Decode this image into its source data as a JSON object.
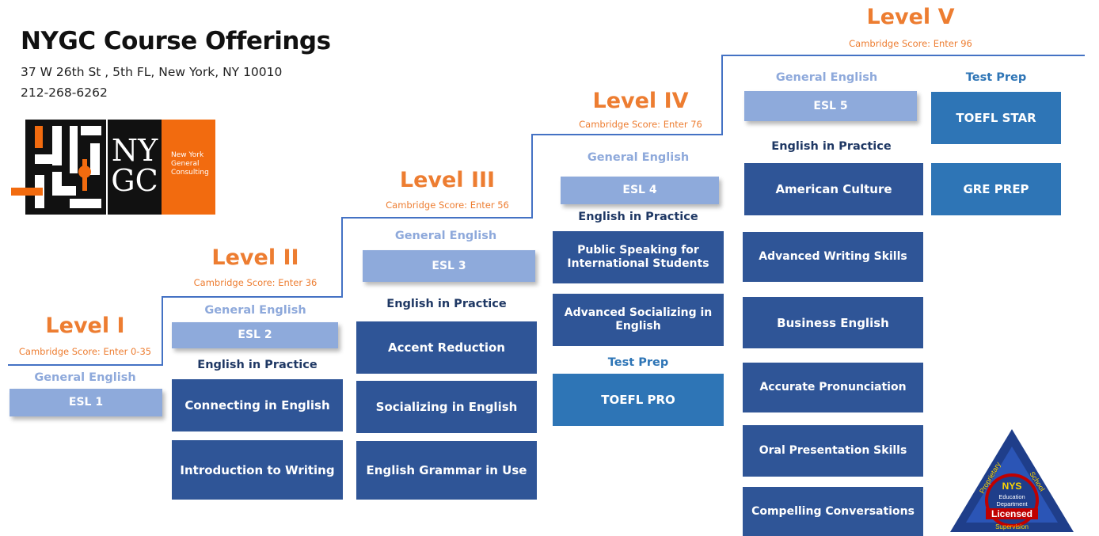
{
  "header": {
    "title": "NYGC Course Offerings",
    "address": "37 W 26th St , 5th FL, New York, NY 10010",
    "phone": "212-268-6262"
  },
  "logo": {
    "line1": "NY",
    "line2": "GC",
    "tagline1": "New York",
    "tagline2": "General",
    "tagline3": "Consulting",
    "accent_color": "#f26b0f"
  },
  "badge": {
    "top": "NYS",
    "line2": "Education",
    "line3": "Department",
    "line4": "Licensed",
    "bottom": "Supervision",
    "left": "Proprietary",
    "right": "School"
  },
  "colors": {
    "orange": "#ed7d31",
    "light_blue": "#8eaadb",
    "dark_blue": "#2f5597",
    "test_blue": "#2e75b6"
  },
  "levels": {
    "l1": {
      "title": "Level I",
      "score": "Cambridge Score: Enter 0-35",
      "general_heading": "General English",
      "esl": "ESL 1"
    },
    "l2": {
      "title": "Level II",
      "score": "Cambridge Score: Enter 36",
      "general_heading": "General English",
      "esl": "ESL 2",
      "practice_heading": "English in Practice",
      "courses": [
        "Connecting in English",
        "Introduction to Writing"
      ]
    },
    "l3": {
      "title": "Level III",
      "score": "Cambridge Score: Enter 56",
      "general_heading": "General English",
      "esl": "ESL 3",
      "practice_heading": "English in Practice",
      "courses": [
        "Accent Reduction",
        "Socializing in English",
        "English Grammar in Use"
      ]
    },
    "l4": {
      "title": "Level IV",
      "score": "Cambridge Score: Enter 76",
      "general_heading": "General English",
      "esl": "ESL 4",
      "practice_heading": "English in Practice",
      "courses": [
        "Public Speaking for International Students",
        "Advanced Socializing in English"
      ],
      "test_heading": "Test Prep",
      "test_courses": [
        "TOEFL PRO"
      ]
    },
    "l5": {
      "title": "Level V",
      "score": "Cambridge Score: Enter 96",
      "general_heading": "General English",
      "esl": "ESL 5",
      "practice_heading": "English in Practice",
      "courses": [
        "American Culture",
        "Advanced Writing Skills",
        "Business English",
        "Accurate Pronunciation",
        "Oral Presentation Skills",
        "Compelling Conversations"
      ],
      "test_heading": "Test Prep",
      "test_courses": [
        "TOEFL STAR",
        "GRE PREP"
      ]
    }
  }
}
